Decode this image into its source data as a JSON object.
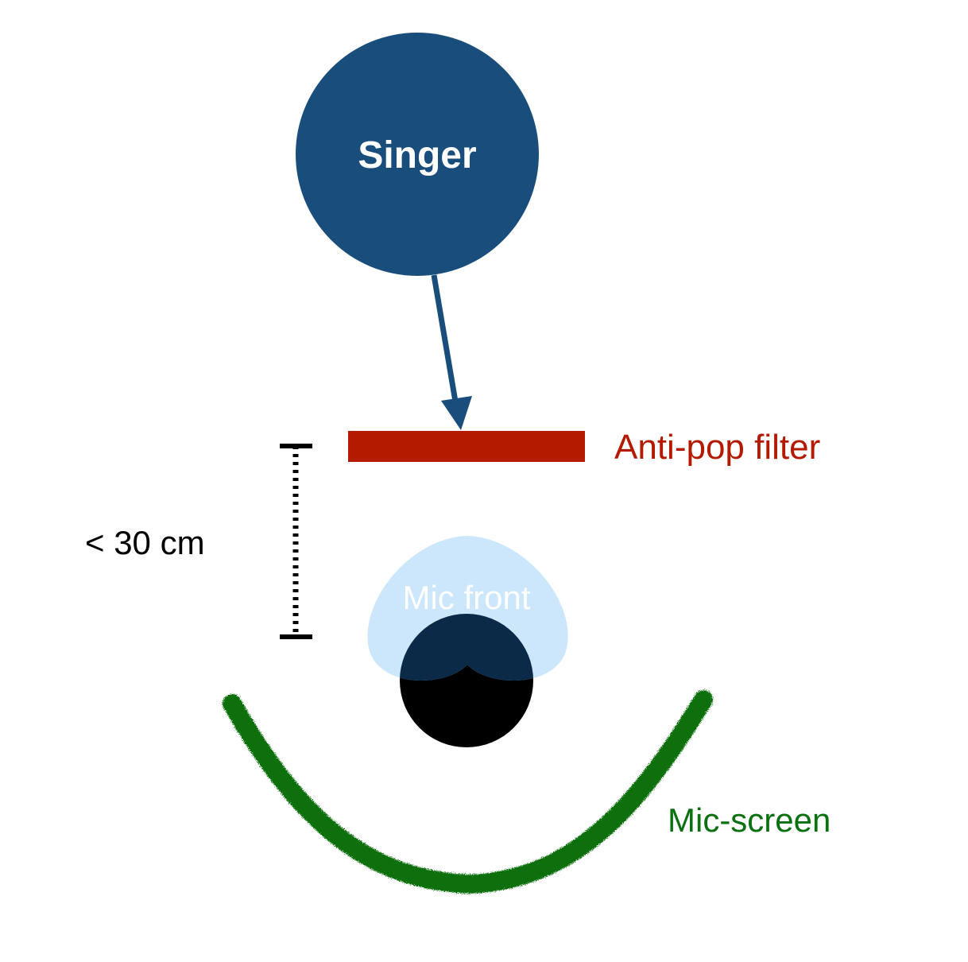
{
  "diagram": {
    "singer": {
      "label": "Singer",
      "fill_color": "#194d7b",
      "text_color": "#ffffff"
    },
    "anti_pop_filter": {
      "label": "Anti-pop filter",
      "fill_color": "#b31a00",
      "label_color": "#b31a00"
    },
    "distance": {
      "label": "< 30 cm",
      "label_color": "#000000"
    },
    "mic": {
      "label": "Mic front",
      "pickup_color": "#c5e3fa",
      "body_color": "#000000",
      "label_color": "#ffffff"
    },
    "mic_screen": {
      "label": "Mic-screen",
      "stroke_color": "#0a7010",
      "label_color": "#0a7010"
    },
    "arrow_color": "#194d7b"
  }
}
